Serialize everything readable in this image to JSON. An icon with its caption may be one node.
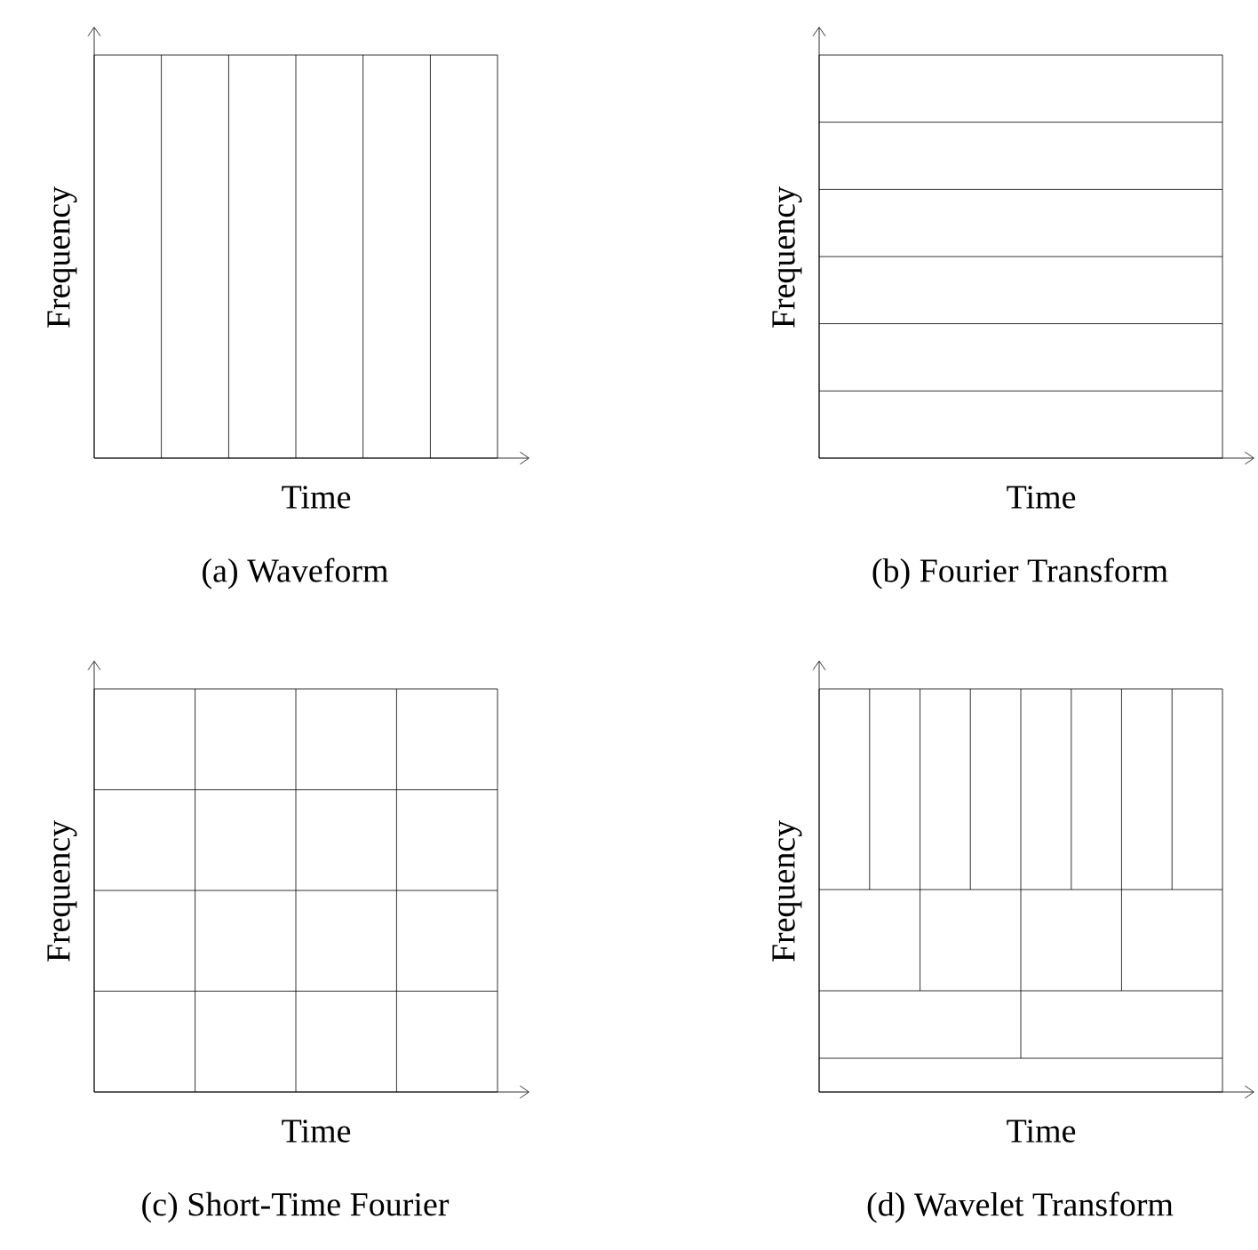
{
  "diagram": {
    "labels": [
      "Frequency",
      "Time",
      "(a) Waveform",
      "Frequency",
      "Time",
      "(b) Fourier Transform",
      "Frequency",
      "Time",
      "(c) Short-Time Fourier",
      "Frequency",
      "Time",
      "(d) Wavelet Transform"
    ]
  }
}
